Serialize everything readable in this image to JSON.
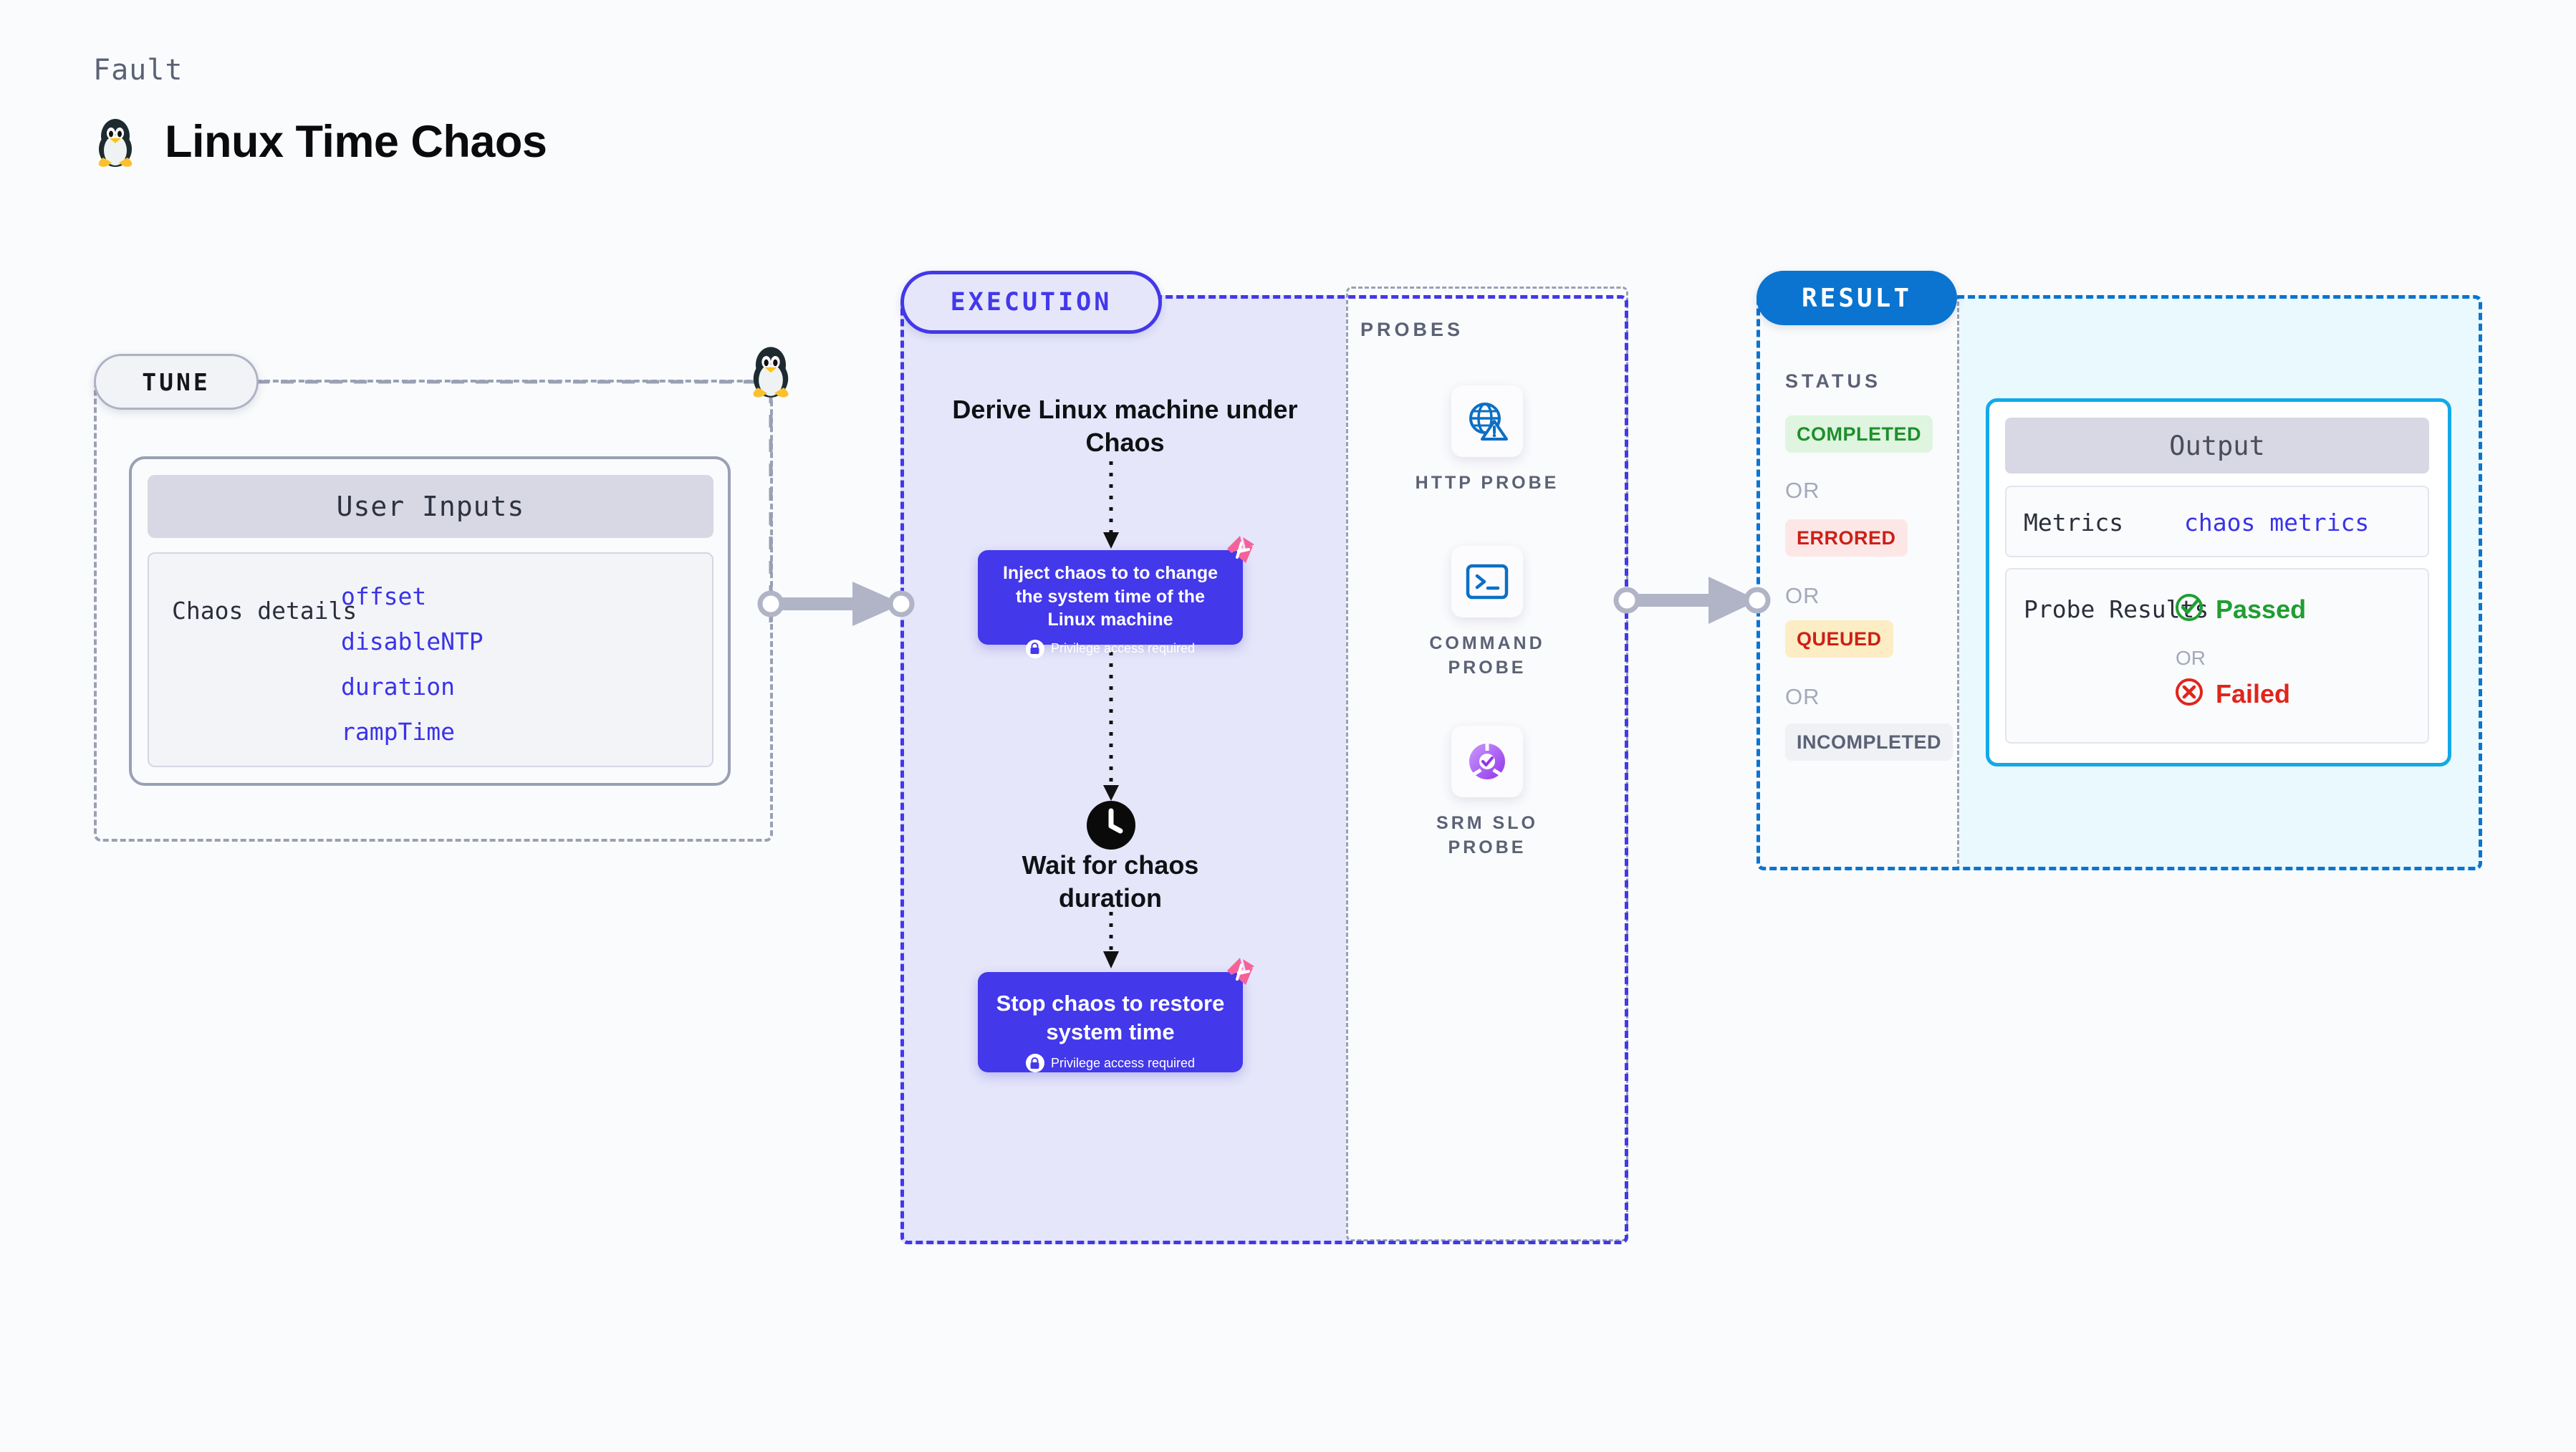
{
  "header": {
    "kicker": "Fault",
    "title": "Linux Time Chaos",
    "icon": "linux-tux-icon"
  },
  "tune": {
    "badge": "TUNE",
    "card_title": "User Inputs",
    "row_label": "Chaos details",
    "params": [
      "offset",
      "disableNTP",
      "duration",
      "rampTime"
    ]
  },
  "execution": {
    "badge": "EXECUTION",
    "step1": "Derive Linux machine under Chaos",
    "card1": {
      "text": "Inject chaos to to change the system time of the Linux machine",
      "privilege": "Privilege access required",
      "lock_icon": "lock-icon",
      "corner_icon": "harness-logo-icon"
    },
    "step2": "Wait for chaos duration",
    "step2_icon": "clock-icon",
    "card2": {
      "text": "Stop chaos to restore system time",
      "privilege": "Privilege access required",
      "lock_icon": "lock-icon",
      "corner_icon": "harness-logo-icon"
    }
  },
  "probes": {
    "label": "PROBES",
    "items": [
      {
        "caption": "HTTP PROBE",
        "icon": "globe-warning-icon"
      },
      {
        "caption": "COMMAND PROBE",
        "icon": "terminal-icon"
      },
      {
        "caption": "SRM SLO PROBE",
        "icon": "srm-slo-donut-icon"
      }
    ]
  },
  "result": {
    "badge": "RESULT",
    "status_label": "STATUS",
    "or_label": "OR",
    "statuses": [
      {
        "label": "COMPLETED",
        "bg": "#dff5e0",
        "fg": "#1f8f2b"
      },
      {
        "label": "ERRORED",
        "bg": "#fde7e6",
        "fg": "#cc2018"
      },
      {
        "label": "QUEUED",
        "bg": "#fcedc4",
        "fg": "#cc2018"
      },
      {
        "label": "INCOMPLETED",
        "bg": "#eff1f5",
        "fg": "#5b6275"
      }
    ],
    "output": {
      "title": "Output",
      "metrics_label": "Metrics",
      "metrics_value": "chaos metrics",
      "probe_results_label": "Probe Results",
      "or_label": "OR",
      "passed": "Passed",
      "passed_icon": "check-circle-icon",
      "failed": "Failed",
      "failed_icon": "x-circle-icon"
    }
  },
  "colors": {
    "page_bg": "#fafbfd",
    "execution_accent": "#4338ea",
    "execution_fill": "#e5e6fa",
    "result_accent": "#0a74d0",
    "result_fill": "#eaf9fe",
    "output_border": "#13a9e8",
    "param_text": "#3a33e8",
    "muted": "#9aa0b4",
    "harness_pink": "#f5629a",
    "probe_blue": "#0c6fc4",
    "srm_purple": "#a855f7"
  }
}
